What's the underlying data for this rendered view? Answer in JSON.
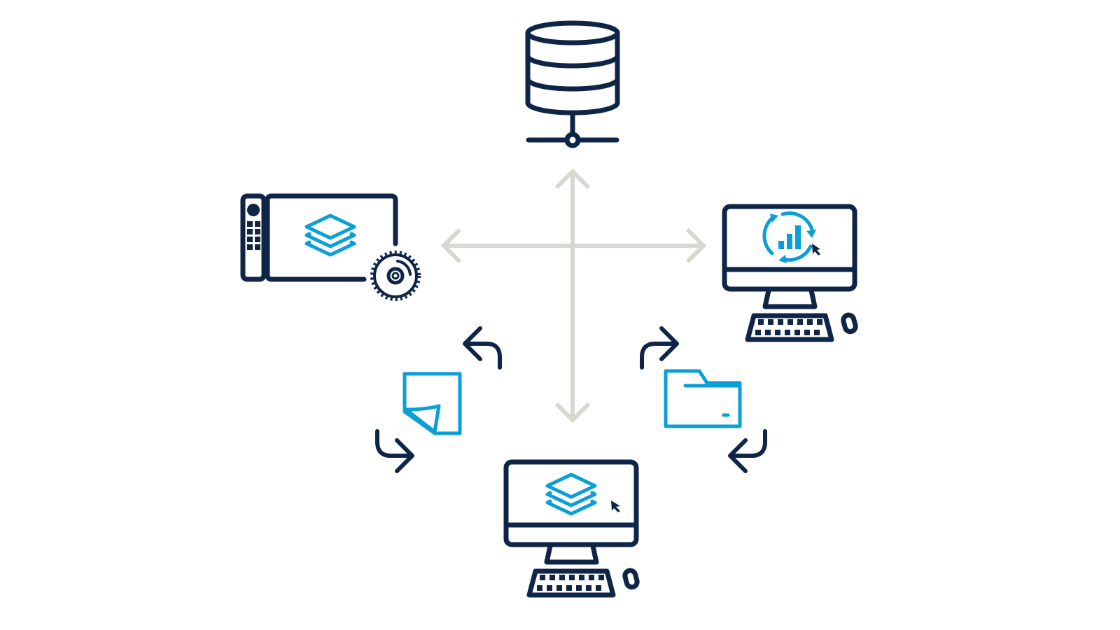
{
  "diagram": {
    "nodes": [
      {
        "id": "database-server",
        "icon": "database-server-icon"
      },
      {
        "id": "pen-tablet",
        "icon": "pen-tablet-with-dial-icon"
      },
      {
        "id": "analytics-computer",
        "icon": "computer-sync-chart-icon"
      },
      {
        "id": "design-computer",
        "icon": "computer-layers-icon"
      },
      {
        "id": "document",
        "icon": "document-icon"
      },
      {
        "id": "folder",
        "icon": "folder-icon"
      }
    ],
    "colors": {
      "primary": "#0f2547",
      "accent": "#0a9fd6",
      "connector": "#d8d7d0",
      "background": "#ffffff"
    }
  }
}
